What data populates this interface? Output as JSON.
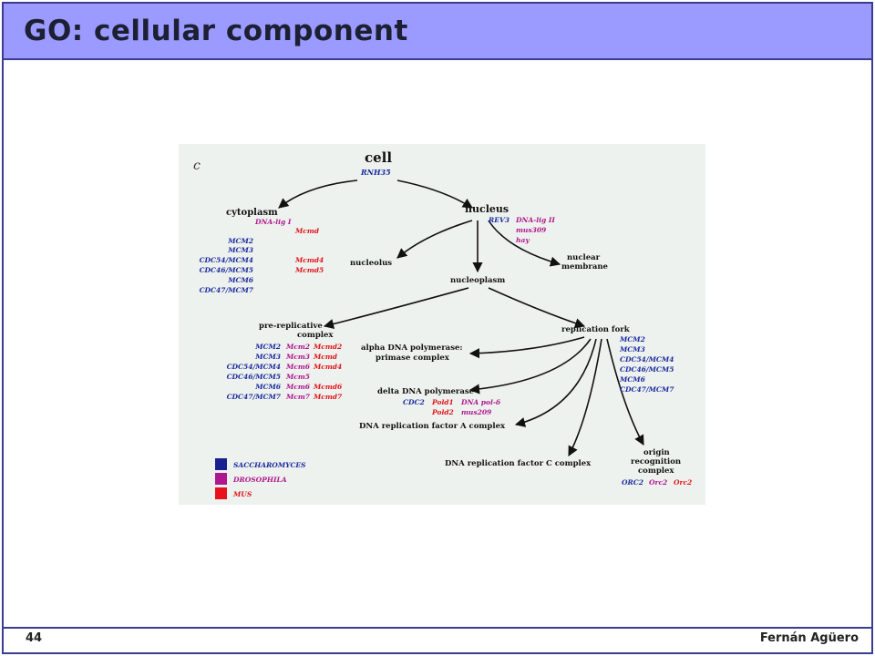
{
  "slide": {
    "title": "GO: cellular component",
    "page_number": "44",
    "author": "Fernán Agüero"
  },
  "figure": {
    "panel_label": "c",
    "nodes": {
      "cell": "cell",
      "cytoplasm": "cytoplasm",
      "nucleus": "nucleus",
      "nucleolus": "nucleolus",
      "nuclear_membrane_1": "nuclear",
      "nuclear_membrane_2": "membrane",
      "nucleoplasm": "nucleoplasm",
      "prereplicative_1": "pre-replicative",
      "prereplicative_2": "complex",
      "replication_fork": "replication fork",
      "alpha_pol_1": "alpha DNA polymerase:",
      "alpha_pol_2": "primase complex",
      "delta_pol": "delta DNA polymerase",
      "rfa": "DNA replication factor A complex",
      "rfc": "DNA replication factor C complex",
      "orc_1": "origin",
      "orc_2": "recognition",
      "orc_3": "complex"
    },
    "genes": {
      "cell_blue": "RNH35",
      "cyto_purple": "DNA-lig I",
      "cyto_red_1": "Mcmd",
      "cyto_blue": [
        "MCM2",
        "MCM3",
        "CDC54/MCM4",
        "CDC46/MCM5",
        "MCM6",
        "CDC47/MCM7"
      ],
      "cyto_red_2": "Mcmd4",
      "cyto_red_3": "Mcmd5",
      "nucleus_blue": "REV3",
      "nucleus_purple": [
        "DNA-lig II",
        "mus309",
        "hay"
      ],
      "prerep_blue": [
        "MCM2",
        "MCM3",
        "CDC54/MCM4",
        "CDC46/MCM5",
        "MCM6",
        "CDC47/MCM7"
      ],
      "prerep_purple": [
        "Mcm2",
        "Mcm3",
        "Mcm6",
        "Mcm5",
        "Mcm6",
        "Mcm7"
      ],
      "prerep_red": [
        "Mcmd2",
        "Mcmd",
        "Mcmd4",
        "",
        "Mcmd6",
        "Mcmd7"
      ],
      "fork_blue": [
        "MCM2",
        "MCM3",
        "CDC54/MCM4",
        "CDC46/MCM5",
        "MCM6",
        "CDC47/MCM7"
      ],
      "delta_blue": "CDC2",
      "delta_red": [
        "Pold1",
        "Pold2"
      ],
      "delta_purple": [
        "DNA pol-δ",
        "mus209"
      ],
      "orc_blue": "ORC2",
      "orc_purple": "Orc2",
      "orc_red": "Orc2"
    },
    "legend": [
      {
        "label": "SACCHAROMYCES",
        "color": "#17208e"
      },
      {
        "label": "DROSOPHILA",
        "color": "#b0168e"
      },
      {
        "label": "MUS",
        "color": "#e8101c"
      }
    ]
  }
}
